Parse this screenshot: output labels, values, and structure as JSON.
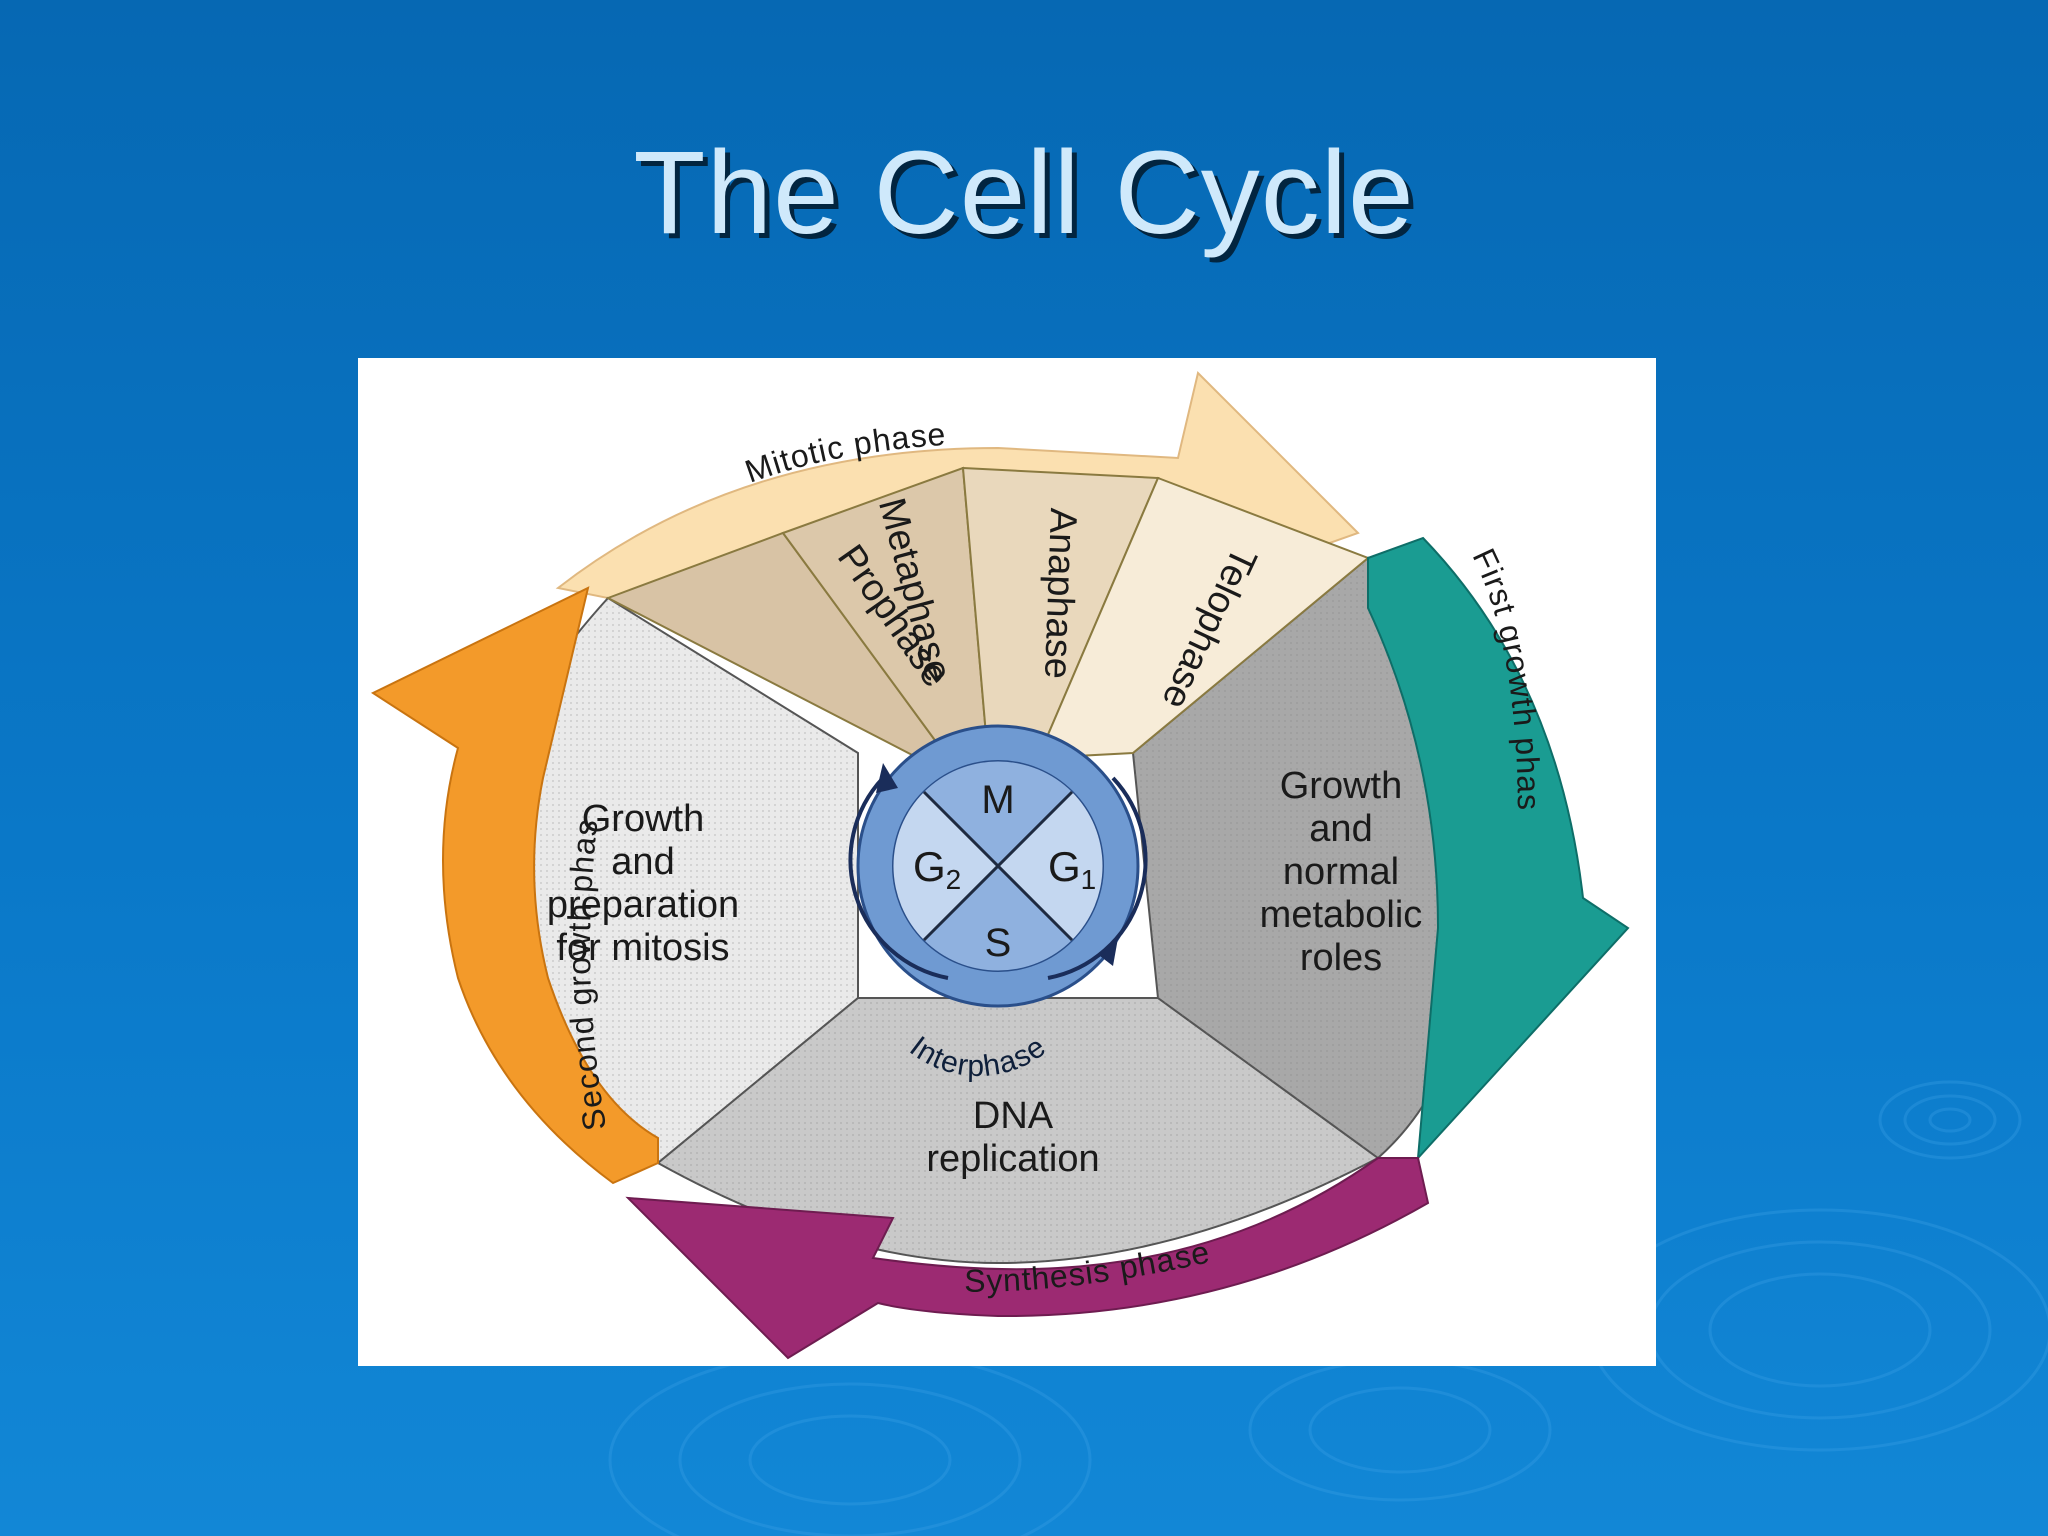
{
  "slide": {
    "title": "The Cell Cycle"
  },
  "diagram": {
    "arrows": {
      "mitotic": "Mitotic phase",
      "first_growth": "First growth phase",
      "synthesis": "Synthesis phase",
      "second_growth": "Second growth phase"
    },
    "mitosis_stages": [
      "Prophase",
      "Metaphase",
      "Anaphase",
      "Telophase"
    ],
    "regions": {
      "g1_line1": "Growth",
      "g1_line2": "and",
      "g1_line3": "normal",
      "g1_line4": "metabolic",
      "g1_line5": "roles",
      "g2_line1": "Growth",
      "g2_line2": "and",
      "g2_line3": "preparation",
      "g2_line4": "for mitosis",
      "s_line1": "DNA",
      "s_line2": "replication"
    },
    "center": {
      "m": "M",
      "g1_letter": "G",
      "g1_sub": "1",
      "g2_letter": "G",
      "g2_sub": "2",
      "s": "S",
      "interphase": "Interphase"
    },
    "colors": {
      "mitotic_arrow": "#fbe0b0",
      "first_growth_arrow": "#1a9c92",
      "synthesis_arrow": "#9c2a72",
      "second_growth_arrow": "#f39a2a",
      "center_disc": "#7fa6d8"
    }
  }
}
